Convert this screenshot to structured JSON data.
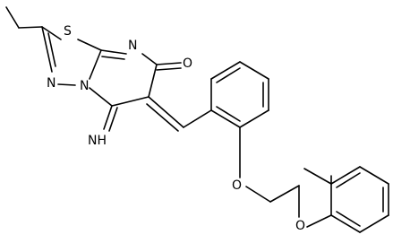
{
  "atoms": {
    "S": "S",
    "N_ring_top": "N",
    "N_thiadiazole_left": "N",
    "N_bridge": "N",
    "O_carbonyl": "O",
    "imine": "NH",
    "O_ether_1": "O",
    "O_ether_2": "O"
  },
  "colors": {
    "bond": "#000000",
    "label": "#000000",
    "background": "#ffffff"
  }
}
